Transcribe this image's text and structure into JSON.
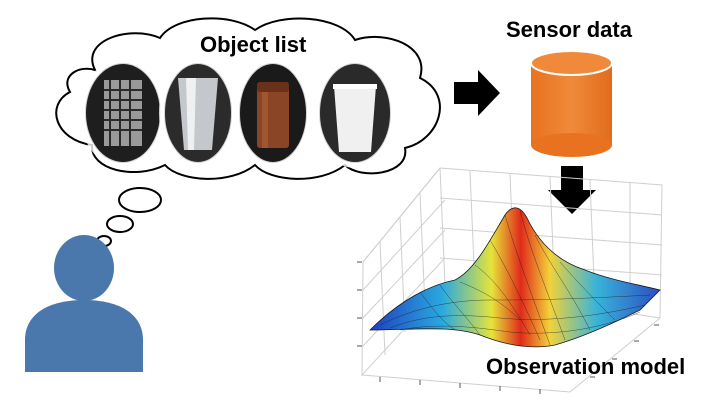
{
  "labels": {
    "object_list": "Object list",
    "sensor_data": "Sensor data",
    "observation_model": "Observation model"
  },
  "objects": [
    {
      "name": "patterned-cup",
      "color": "#8c8c8c"
    },
    {
      "name": "metal-tumbler",
      "color": "#b9bcc0"
    },
    {
      "name": "wooden-cup",
      "color": "#7a3d22"
    },
    {
      "name": "paper-cup",
      "color": "#eeeeee"
    }
  ],
  "colors": {
    "person": "#4a78ad",
    "cylinder": "#ee7f2f",
    "cylinder_edge": "#ffffff",
    "arrow": "#000000",
    "cloud_stroke": "#000000"
  },
  "icons": [
    "person-icon",
    "thought-cloud",
    "database-cylinder-icon",
    "arrow-right-icon",
    "arrow-down-icon",
    "surface-plot"
  ]
}
